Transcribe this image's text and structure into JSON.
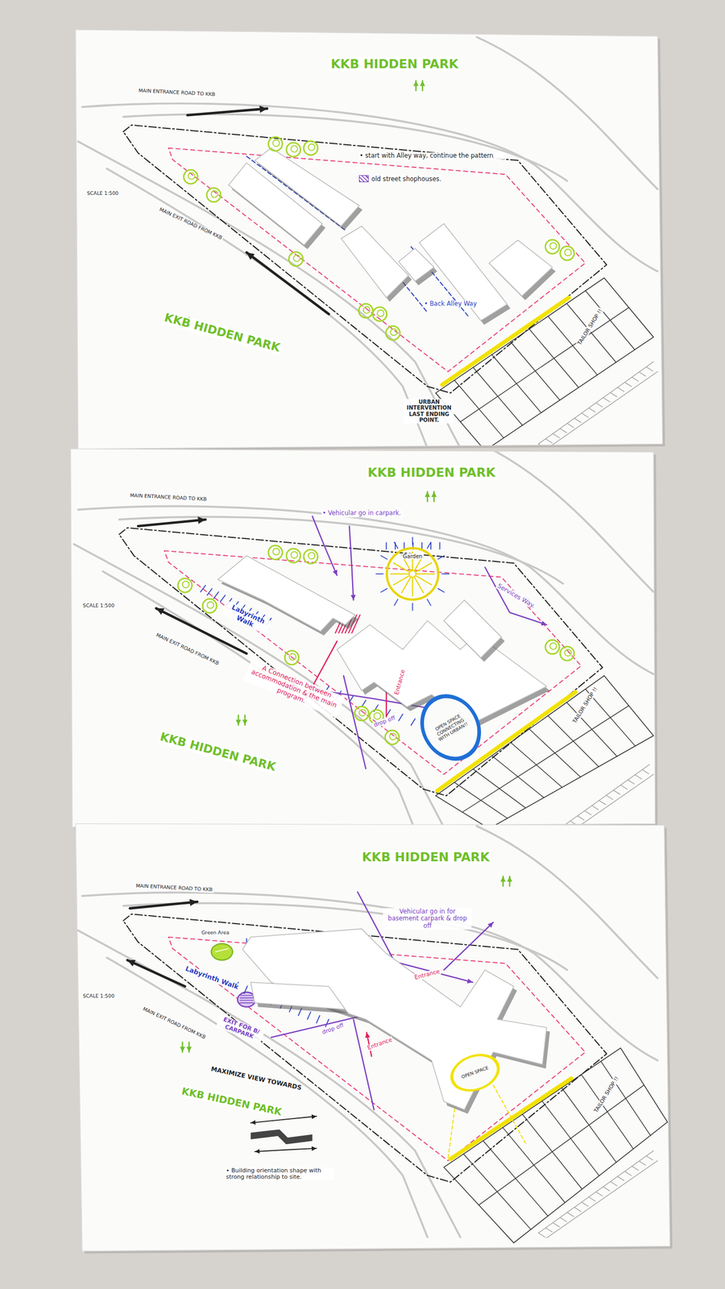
{
  "diagram": {
    "nodes": [
      {
        "text": [
          "TAILOR SHOP !!"
        ]
      },
      {
        "text": [
          "Garden"
        ]
      },
      {
        "text": [
          "OPEN SPACE CONNECTING WITH URBAN!!"
        ]
      },
      {
        "text": [
          "TAILOR SHOP !!"
        ]
      },
      {
        "text": [
          "OPEN SPACE"
        ]
      },
      {
        "text": [
          "TAILOR SHOP !!"
        ]
      }
    ],
    "labels": [
      "KKB HIDDEN PARK",
      "MAIN ENTRANCE ROAD TO KKB",
      "SCALE 1:500",
      "MAIN EXIT ROAD FROM KKB",
      "KKB HIDDEN PARK",
      "• start with Alley way, continue the pattern",
      "• Back Alley Way",
      "URBAN INTERVENTION LAST ENDING POINT.",
      "KKB HIDDEN PARK",
      "MAIN ENTRANCE ROAD TO KKB",
      "• Vehicular go in carpark.",
      "SCALE 1:500",
      "MAIN EXIT ROAD FROM KKB",
      "Labyrinth Walk",
      "Services Way.",
      "A Connection between accommodation & the main program.",
      "Entrance",
      "drop off",
      "KKB HIDDEN PARK",
      "KKB HIDDEN PARK",
      "MAIN ENTRANCE ROAD TO KKB",
      "Green Area",
      "Vehicular go in for basement carpark & drop off",
      "Entrance",
      "Labyrinth Walk",
      "SCALE 1:500",
      "MAIN EXIT ROAD FROM KKB",
      "EXIT FOR B/ CARPARK",
      "drop off",
      "Entrance",
      "MAXIMIZE VIEW TOWARDS",
      "KKB HIDDEN PARK",
      "• Building orientation shape with strong relationship to site."
    ],
    "legend": [
      {
        "text": "old street shophouses."
      }
    ]
  }
}
